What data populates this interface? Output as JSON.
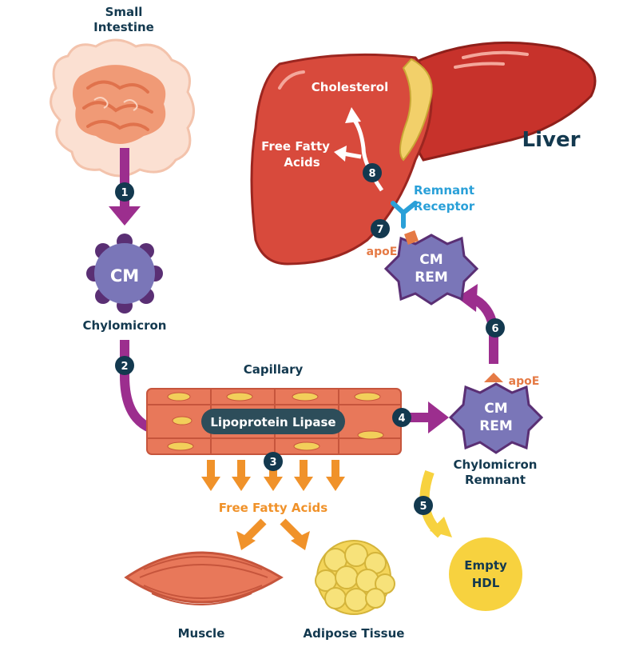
{
  "labels": {
    "small_intestine_1": "Small",
    "small_intestine_2": "Intestine",
    "liver": "Liver",
    "cholesterol": "Cholesterol",
    "free_fatty_acids_liver_1": "Free Fatty",
    "free_fatty_acids_liver_2": "Acids",
    "remnant_receptor_1": "Remnant",
    "remnant_receptor_2": "Receptor",
    "apoe_top": "apoE",
    "apoe_right": "apoE",
    "cm": "CM",
    "chylomicron": "Chylomicron",
    "cm_rem_top_1": "CM",
    "cm_rem_top_2": "REM",
    "cm_rem_right_1": "CM",
    "cm_rem_right_2": "REM",
    "chylomicron_remnant_1": "Chylomicron",
    "chylomicron_remnant_2": "Remnant",
    "capillary": "Capillary",
    "lipoprotein_lipase": "Lipoprotein Lipase",
    "free_fatty_acids_bottom": "Free Fatty Acids",
    "muscle": "Muscle",
    "adipose_tissue": "Adipose Tissue",
    "empty_hdl_1": "Empty",
    "empty_hdl_2": "HDL"
  },
  "steps": [
    "1",
    "2",
    "3",
    "4",
    "5",
    "6",
    "7",
    "8"
  ],
  "colors": {
    "navy": "#13394f",
    "purple_arrow": "#9c2e8e",
    "cm_body": "#7a76b8",
    "cm_bumps": "#5a2f74",
    "orange": "#f0922a",
    "yellow": "#f7d23f",
    "liver_red": "#d84a3c",
    "receptor_blue": "#2aa0d8",
    "apoe": "#e57a45"
  }
}
